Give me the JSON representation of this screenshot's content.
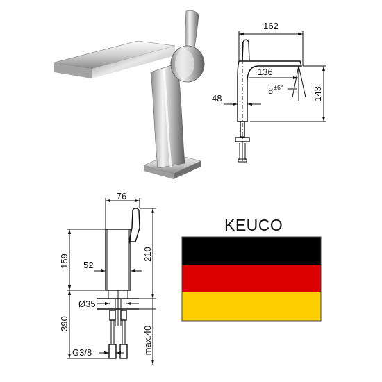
{
  "brand": {
    "name": "KEUCO"
  },
  "flag": {
    "colors": [
      "#000000",
      "#dd0000",
      "#ffce00"
    ]
  },
  "side_view": {
    "width": "162",
    "spout_reach": "136",
    "tilt_base": "8",
    "tilt_tolerance": "±6°",
    "height": "143",
    "spout_offset": "48"
  },
  "front_view": {
    "width": "76",
    "body_width": "52",
    "height_upper": "159",
    "height_total": "210",
    "hole_diameter": "Ø35",
    "hose_length": "390",
    "thread": "G3/8",
    "max_thickness": "max.40"
  },
  "photo": {
    "finish": "chrome"
  }
}
